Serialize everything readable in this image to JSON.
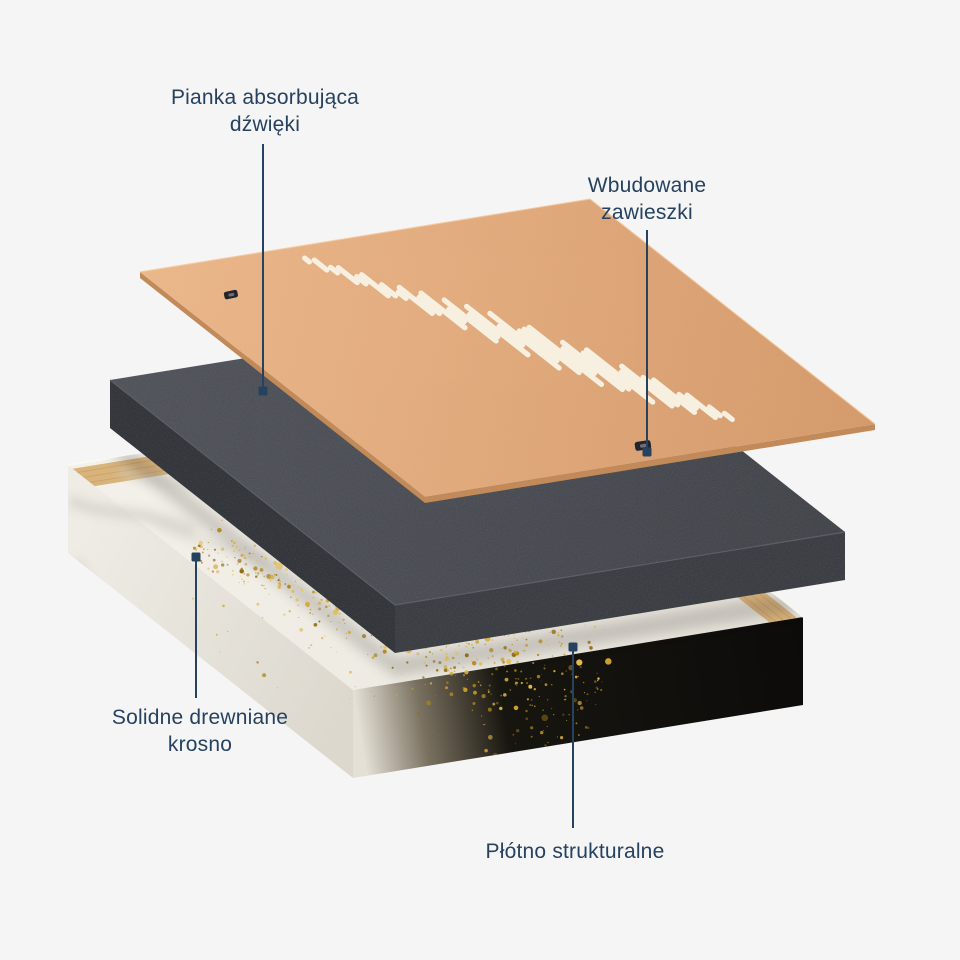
{
  "labels": {
    "foam": {
      "line1": "Pianka absorbująca",
      "line2": "dźwięki"
    },
    "hangers": {
      "line1": "Wbudowane",
      "line2": "zawieszki"
    },
    "frame": {
      "line1": "Solidne drewniane",
      "line2": "krosno"
    },
    "canvas": {
      "line1": "Płótno strukturalne"
    }
  },
  "colors": {
    "bg": "#f5f5f5",
    "label": "#26425f",
    "leader": "#26425f",
    "board1": "#edb88a",
    "board2": "#d69a6a",
    "board_edge": "#c28a59",
    "slot": "#f7f0e1",
    "foam_top1": "#4b4e55",
    "foam_top2": "#3b3e44",
    "foam_left": "#2a2d32",
    "foam_right": "#33363c",
    "foam_edge": "#5e626a",
    "canvas_top1": "#f4f1ea",
    "canvas_top2": "#e8e4db",
    "white_face1": "#efece5",
    "white_face2": "#dcd8ce",
    "black1": "#17150f",
    "black2": "#0c0b0a",
    "wood": "#d9b37c",
    "wood_grain": "#c2995e"
  },
  "artwork": {
    "waveform_bars": [
      6,
      16,
      9,
      24,
      12,
      34,
      18,
      10,
      42,
      26,
      56,
      20,
      66,
      36,
      78,
      30,
      88,
      48,
      70,
      92,
      40,
      76,
      58,
      84,
      30,
      64,
      44,
      52,
      22,
      36,
      14,
      10
    ],
    "gold_palette": [
      "#caa22f",
      "#b1871d",
      "#e2bb4a",
      "#8f6d12",
      "#d4a832"
    ]
  }
}
